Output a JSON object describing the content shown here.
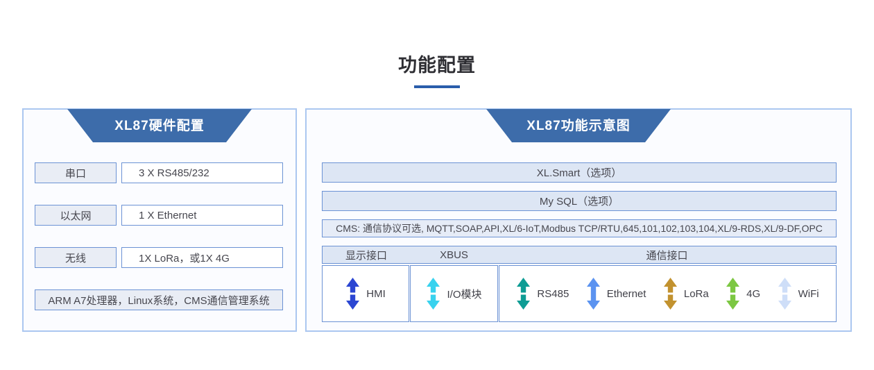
{
  "page": {
    "title": "功能配置"
  },
  "panels": {
    "hardware": {
      "title": "XL87硬件配置",
      "rows": [
        {
          "label": "串口",
          "value": "3 X RS485/232"
        },
        {
          "label": "以太网",
          "value": "1 X Ethernet"
        },
        {
          "label": "无线",
          "value": "1X LoRa，或1X 4G"
        }
      ],
      "footer": "ARM A7处理器，Linux系统，CMS通信管理系统"
    },
    "diagram": {
      "title": "XL87功能示意图",
      "option_rows": [
        "XL.Smart（选项）",
        "My SQL（选项）"
      ],
      "cms_row": "CMS: 通信协议可选, MQTT,SOAP,API,XL/6-IoT,Modbus TCP/RTU,645,101,102,103,104,XL/9-RDS,XL/9-DF,OPC",
      "columns": [
        "显示接口",
        "XBUS",
        "通信接口"
      ],
      "groups": [
        {
          "column": "显示接口",
          "items": [
            {
              "label": "HMI",
              "color": "#2b46d2",
              "gap": true
            }
          ]
        },
        {
          "column": "XBUS",
          "items": [
            {
              "label": "I/O模块",
              "color": "#38d2ee",
              "gap": true
            }
          ]
        },
        {
          "column": "通信接口",
          "items": [
            {
              "label": "RS485",
              "color": "#0e9c94",
              "gap": true
            },
            {
              "label": "Ethernet",
              "color": "#5b93f0",
              "gap": false
            },
            {
              "label": "LoRa",
              "color": "#c2922f",
              "gap": true
            },
            {
              "label": "4G",
              "color": "#7cc742",
              "gap": true
            },
            {
              "label": "WiFi",
              "color": "#cedef8",
              "gap": true
            }
          ]
        }
      ]
    }
  },
  "colors": {
    "title_underline": "#2a5dab",
    "header_trapezoid": "#3d6caa",
    "panel_border": "#abc7f0",
    "box_border": "#6b92d4",
    "label_fill": "#e9edf5",
    "option_fill": "#dde6f4"
  }
}
